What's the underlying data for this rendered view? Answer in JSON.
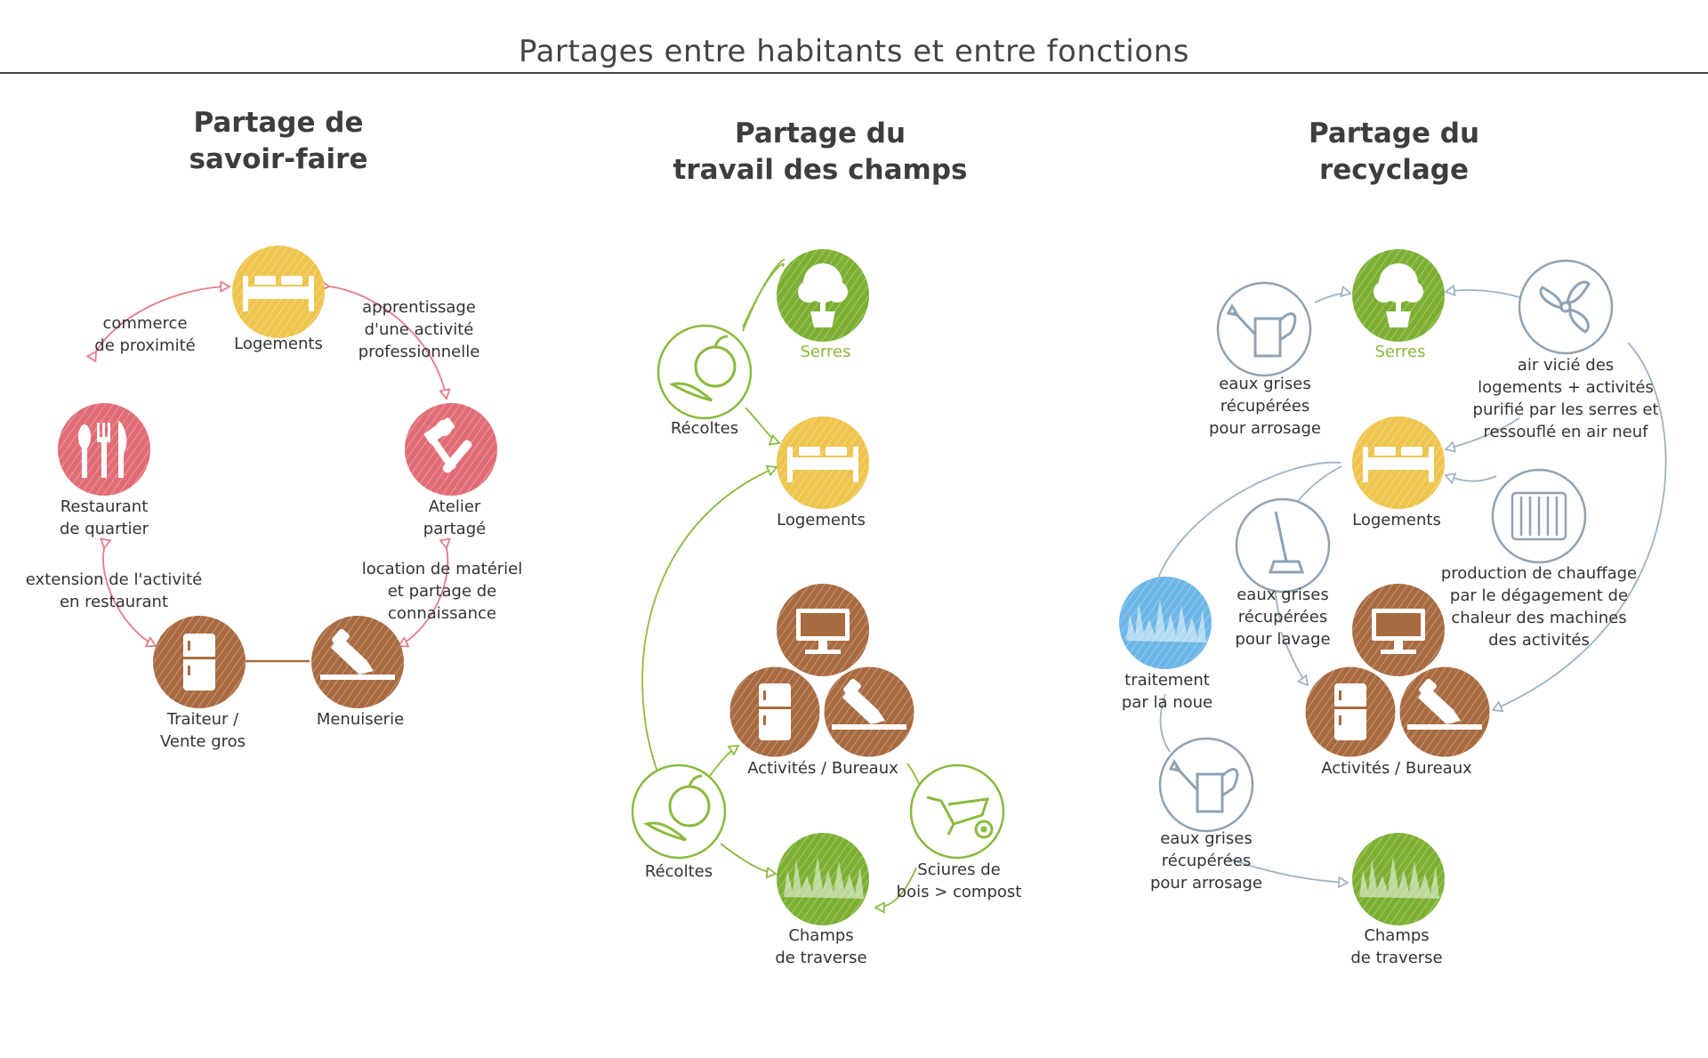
{
  "title": "Partages entre habitants et entre fonctions",
  "colors": {
    "yellow": "#eec44d",
    "red": "#e26c76",
    "brown": "#a86a40",
    "green": "#7cb033",
    "blue": "#6bb6e6",
    "outline_green": "#8aba3f",
    "outline_grey": "#8fa3b3",
    "arrow_red": "#e47a86",
    "arrow_green": "#8aba3f",
    "arrow_blue": "#9ab4c6"
  },
  "panels": [
    {
      "title_line1": "Partage de",
      "title_line2": "savoir-faire",
      "nodes": [
        {
          "icon": "bed-icon",
          "label1": "Logements",
          "label2": ""
        },
        {
          "icon": "cutlery-icon",
          "label1": "Restaurant",
          "label2": "de quartier"
        },
        {
          "icon": "hammer-wrench-icon",
          "label1": "Atelier",
          "label2": "partagé"
        },
        {
          "icon": "fridge-icon",
          "label1": "Traiteur /",
          "label2": "Vente gros"
        },
        {
          "icon": "saw-icon",
          "label1": "Menuiserie",
          "label2": ""
        }
      ],
      "links": [
        {
          "line1": "commerce",
          "line2": "de proximité",
          "line3": ""
        },
        {
          "line1": "apprentissage",
          "line2": "d'une activité",
          "line3": "professionnelle"
        },
        {
          "line1": "extension de l'activité",
          "line2": "en restaurant",
          "line3": ""
        },
        {
          "line1": "location de matériel",
          "line2": "et partage de",
          "line3": "connaissance"
        }
      ]
    },
    {
      "title_line1": "Partage du",
      "title_line2": "travail des champs",
      "nodes": [
        {
          "icon": "tree-icon",
          "label1": "Serres",
          "label2": ""
        },
        {
          "icon": "harvest-icon",
          "label1": "Récoltes",
          "label2": ""
        },
        {
          "icon": "bed-icon",
          "label1": "Logements",
          "label2": ""
        },
        {
          "icon": "monitor-icon",
          "label1": "",
          "label2": ""
        },
        {
          "icon": "fridge-icon",
          "label1": "",
          "label2": ""
        },
        {
          "icon": "saw-icon",
          "label1": "Activités / Bureaux",
          "label2": ""
        },
        {
          "icon": "harvest-icon",
          "label1": "Récoltes",
          "label2": ""
        },
        {
          "icon": "wheelbarrow-icon",
          "label1": "Sciures de",
          "label2": "bois > compost"
        },
        {
          "icon": "grass-icon",
          "label1": "Champs",
          "label2": "de traverse"
        }
      ]
    },
    {
      "title_line1": "Partage du",
      "title_line2": "recyclage",
      "nodes": [
        {
          "icon": "tree-icon",
          "label1": "Serres",
          "label2": ""
        },
        {
          "icon": "watering-can-icon",
          "label1": "",
          "label2": ""
        },
        {
          "icon": "fan-icon",
          "label1": "",
          "label2": ""
        },
        {
          "icon": "bed-icon",
          "label1": "Logements",
          "label2": ""
        },
        {
          "icon": "mop-icon",
          "label1": "",
          "label2": ""
        },
        {
          "icon": "radiator-icon",
          "label1": "",
          "label2": ""
        },
        {
          "icon": "water-grass-icon",
          "label1": "traitement",
          "label2": "par la noue"
        },
        {
          "icon": "monitor-icon",
          "label1": "",
          "label2": ""
        },
        {
          "icon": "fridge-icon",
          "label1": "",
          "label2": ""
        },
        {
          "icon": "saw-icon",
          "label1": "Activités / Bureaux",
          "label2": ""
        },
        {
          "icon": "watering-can-icon",
          "label1": "",
          "label2": ""
        },
        {
          "icon": "grass-icon",
          "label1": "Champs",
          "label2": "de traverse"
        }
      ],
      "links": [
        {
          "line1": "eaux grises",
          "line2": "récupérées",
          "line3": "pour arrosage",
          "line4": ""
        },
        {
          "line1": "air vicié des",
          "line2": "logements + activités",
          "line3": "purifié par les serres et",
          "line4": "ressouflé en air neuf"
        },
        {
          "line1": "eaux grises",
          "line2": "récupérées",
          "line3": "pour lavage",
          "line4": ""
        },
        {
          "line1": "production de chauffage",
          "line2": "par le dégagement de",
          "line3": "chaleur des machines",
          "line4": "des activités"
        },
        {
          "line1": "eaux grises",
          "line2": "récupérées",
          "line3": "pour arrosage",
          "line4": ""
        }
      ]
    }
  ]
}
